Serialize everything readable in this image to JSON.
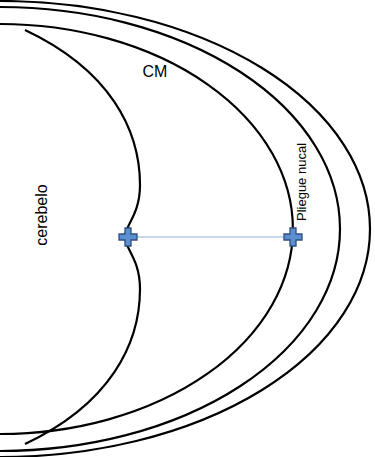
{
  "diagram": {
    "labels": [
      "cerebelo",
      "CM",
      "Pliegue nucal"
    ]
  }
}
